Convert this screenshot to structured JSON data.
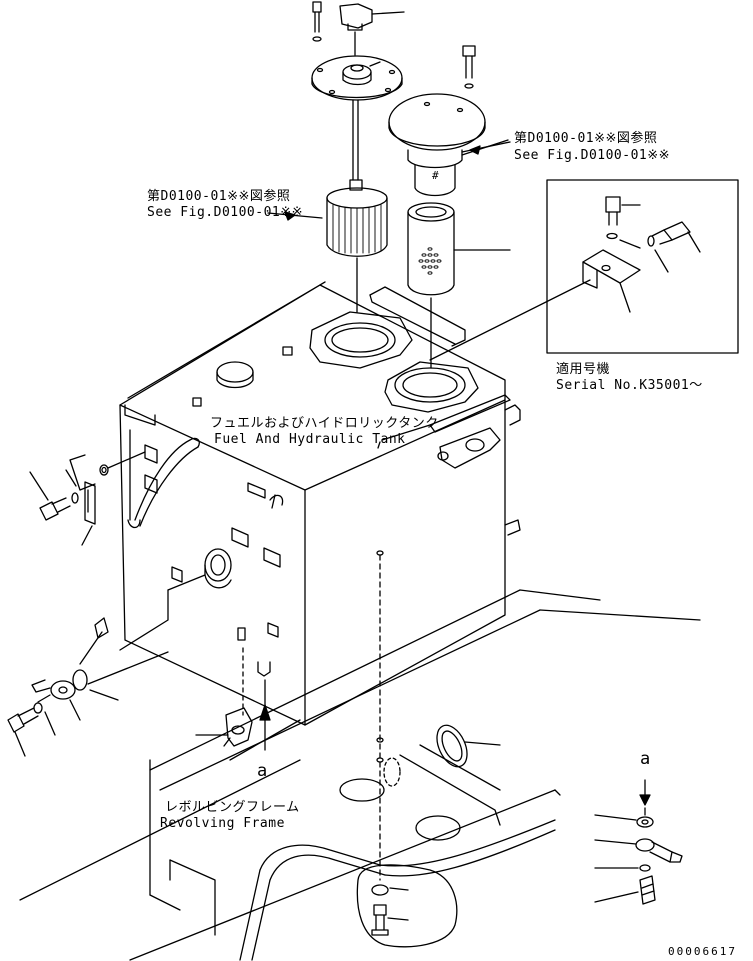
{
  "labels": {
    "ref_filter_jp": "第D0100-01※※図参照",
    "ref_filter_en": "See Fig.D0100-01※※",
    "ref_cap_jp": "第D0100-01※※図参照",
    "ref_cap_en": "See Fig.D0100-01※※",
    "serial_jp": "適用号機",
    "serial_en": "Serial No.K35001～",
    "tank_jp": "フュエルおよびハイドロリックタンク",
    "tank_en": "Fuel And Hydraulic Tank",
    "frame_jp": "レボルビングフレーム",
    "frame_en": "Revolving Frame",
    "mark_a_left": "a",
    "mark_a_right": "a",
    "hash_mark": "#",
    "drawing_number": "00006617"
  },
  "colors": {
    "line": "#000000",
    "background": "#ffffff"
  }
}
